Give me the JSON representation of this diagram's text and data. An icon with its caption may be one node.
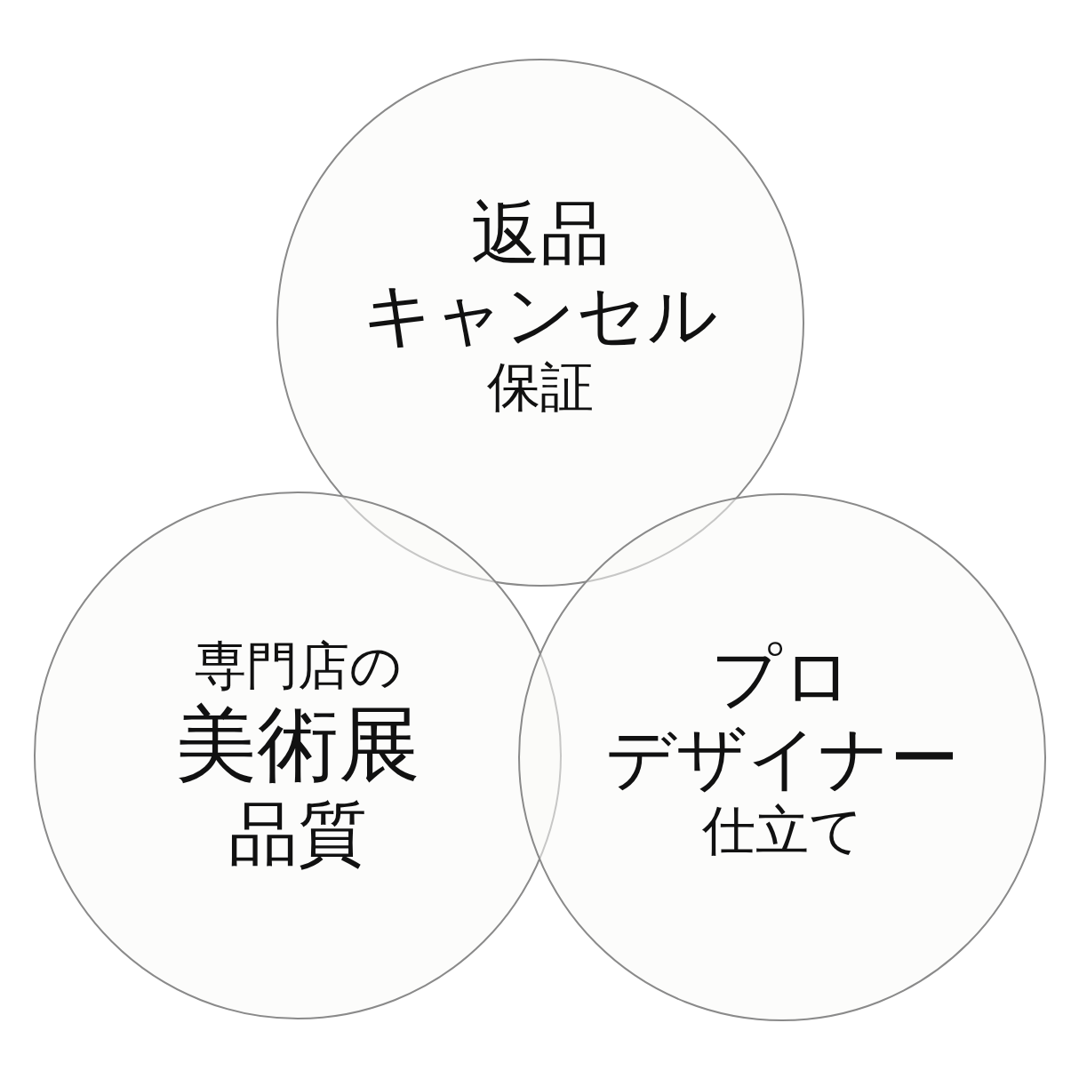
{
  "diagram": {
    "nodes": [
      {
        "text": [
          "返品",
          "キャンセル",
          "保証"
        ]
      },
      {
        "text": [
          "専門店の",
          "美術展",
          "品質"
        ]
      },
      {
        "text": [
          "プロ",
          "デザイナー",
          "仕立て"
        ]
      }
    ]
  }
}
